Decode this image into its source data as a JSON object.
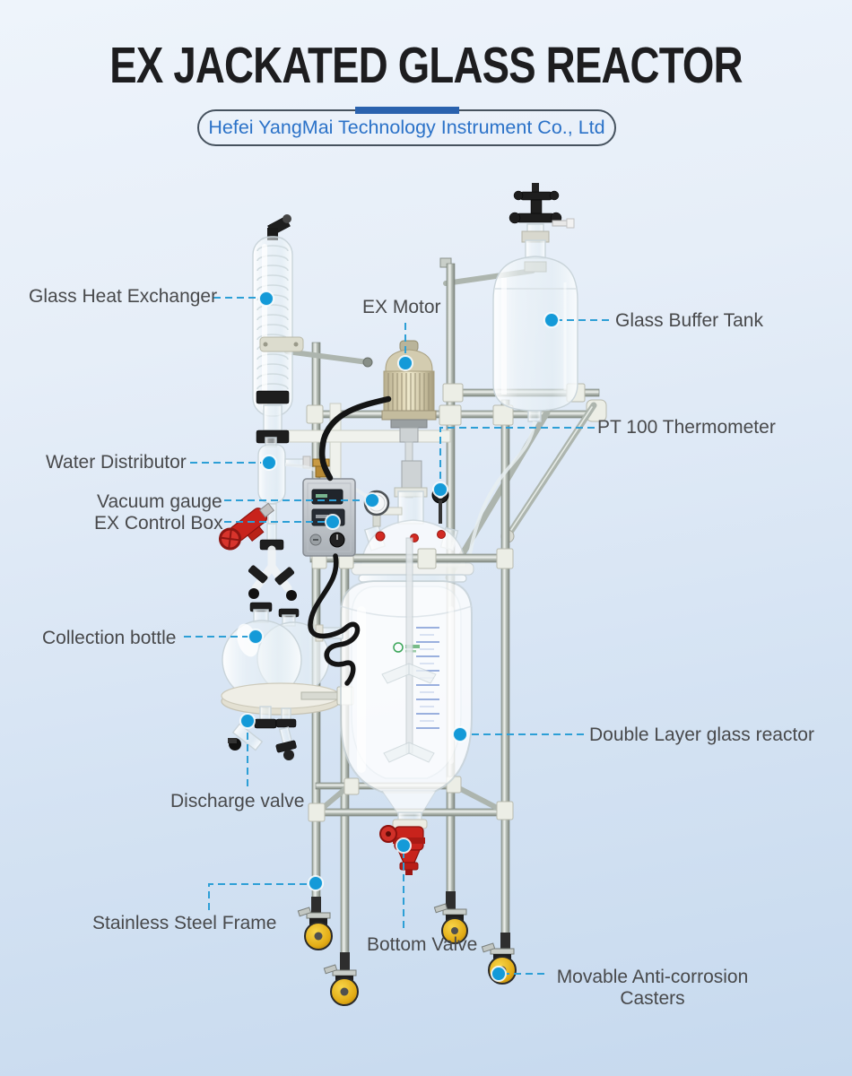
{
  "header": {
    "title": "EX JACKATED GLASS REACTOR",
    "company": "Hefei YangMai Technology Instrument  Co., Ltd"
  },
  "diagram": {
    "product": "EX jacketed glass reactor labeled diagram",
    "labels": [
      {
        "id": "glass-heat-exchanger",
        "text": "Glass Heat Exchanger"
      },
      {
        "id": "ex-motor",
        "text": "EX Motor"
      },
      {
        "id": "glass-buffer-tank",
        "text": "Glass Buffer Tank"
      },
      {
        "id": "pt100-thermometer",
        "text": "PT 100 Thermometer"
      },
      {
        "id": "water-distributor",
        "text": "Water Distributor"
      },
      {
        "id": "vacuum-gauge",
        "text": "Vacuum gauge"
      },
      {
        "id": "ex-control-box",
        "text": "EX Control Box"
      },
      {
        "id": "collection-bottle",
        "text": "Collection bottle"
      },
      {
        "id": "double-layer-glass-reactor",
        "text": "Double Layer glass reactor"
      },
      {
        "id": "discharge-valve",
        "text": "Discharge valve"
      },
      {
        "id": "stainless-steel-frame",
        "text": "Stainless Steel Frame"
      },
      {
        "id": "bottom-valve",
        "text": "Bottom Valve"
      },
      {
        "id": "movable-casters",
        "text": "Movable Anti-corrosion Casters"
      }
    ],
    "colors": {
      "background_top": "#eef4fb",
      "background_bottom": "#c6d9ee",
      "title_text": "#1d1d1f",
      "company_text": "#2b72c8",
      "pill_border": "#46525e",
      "pill_accent_bar": "#2a62ae",
      "label_text": "#48494b",
      "leader_line": "#2d9fd6",
      "callout_dot": "#149ad8",
      "valve_red": "#c8231c",
      "caster_yellow": "#e9b81c",
      "motor_beige": "#d3ccb0",
      "steel": "#adb5ae"
    }
  }
}
